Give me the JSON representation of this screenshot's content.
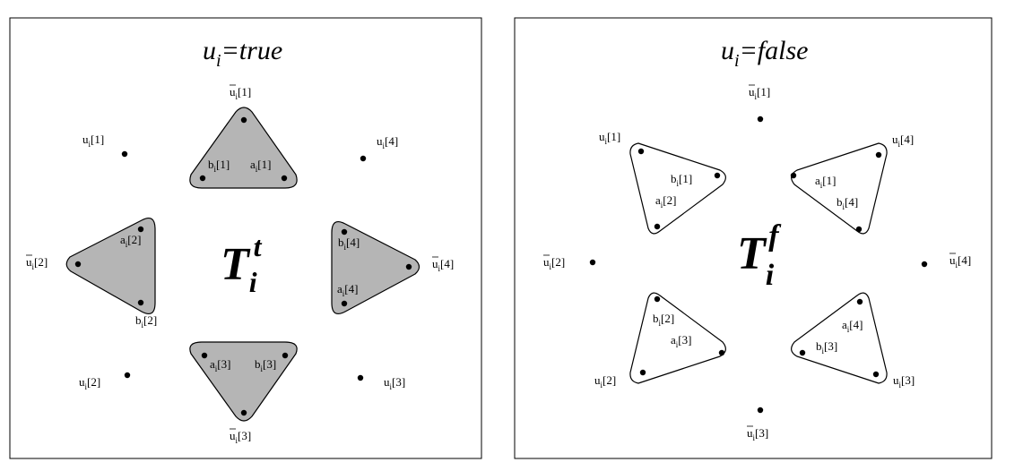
{
  "colors": {
    "shaded_fill": "#b5b5b5",
    "stroke": "#000000",
    "background": "#ffffff"
  },
  "panels": [
    {
      "title": {
        "base": "u",
        "sub": "i",
        "rest": "=true"
      },
      "center": {
        "base": "T",
        "sub": "i",
        "sup": "t"
      },
      "shaded": true,
      "labels": {
        "ub1": {
          "base": "u",
          "sub": "i",
          "idx": "[1]",
          "bar": true
        },
        "ub2": {
          "base": "u",
          "sub": "i",
          "idx": "[2]",
          "bar": true
        },
        "ub3": {
          "base": "u",
          "sub": "i",
          "idx": "[3]",
          "bar": true
        },
        "ub4": {
          "base": "u",
          "sub": "i",
          "idx": "[4]",
          "bar": true
        },
        "u1": {
          "base": "u",
          "sub": "i",
          "idx": "[1]"
        },
        "u2": {
          "base": "u",
          "sub": "i",
          "idx": "[2]"
        },
        "u3": {
          "base": "u",
          "sub": "i",
          "idx": "[3]"
        },
        "u4": {
          "base": "u",
          "sub": "i",
          "idx": "[4]"
        },
        "a1": {
          "base": "a",
          "sub": "i",
          "idx": "[1]"
        },
        "b1": {
          "base": "b",
          "sub": "i",
          "idx": "[1]"
        },
        "a2": {
          "base": "a",
          "sub": "i",
          "idx": "[2]"
        },
        "b2": {
          "base": "b",
          "sub": "i",
          "idx": "[2]"
        },
        "a3": {
          "base": "a",
          "sub": "i",
          "idx": "[3]"
        },
        "b3": {
          "base": "b",
          "sub": "i",
          "idx": "[3]"
        },
        "a4": {
          "base": "a",
          "sub": "i",
          "idx": "[4]"
        },
        "b4": {
          "base": "b",
          "sub": "i",
          "idx": "[4]"
        }
      }
    },
    {
      "title": {
        "base": "u",
        "sub": "i",
        "rest": "=false"
      },
      "center": {
        "base": "T",
        "sub": "i",
        "sup": "f"
      },
      "shaded": false,
      "labels": {
        "ub1": {
          "base": "u",
          "sub": "i",
          "idx": "[1]",
          "bar": true
        },
        "ub2": {
          "base": "u",
          "sub": "i",
          "idx": "[2]",
          "bar": true
        },
        "ub3": {
          "base": "u",
          "sub": "i",
          "idx": "[3]",
          "bar": true
        },
        "ub4": {
          "base": "u",
          "sub": "i",
          "idx": "[4]",
          "bar": true
        },
        "u1": {
          "base": "u",
          "sub": "i",
          "idx": "[1]"
        },
        "u2": {
          "base": "u",
          "sub": "i",
          "idx": "[2]"
        },
        "u3": {
          "base": "u",
          "sub": "i",
          "idx": "[3]"
        },
        "u4": {
          "base": "u",
          "sub": "i",
          "idx": "[4]"
        },
        "a1": {
          "base": "a",
          "sub": "i",
          "idx": "[1]"
        },
        "b1": {
          "base": "b",
          "sub": "i",
          "idx": "[1]"
        },
        "a2": {
          "base": "a",
          "sub": "i",
          "idx": "[2]"
        },
        "b2": {
          "base": "b",
          "sub": "i",
          "idx": "[2]"
        },
        "a3": {
          "base": "a",
          "sub": "i",
          "idx": "[3]"
        },
        "b3": {
          "base": "b",
          "sub": "i",
          "idx": "[3]"
        },
        "a4": {
          "base": "a",
          "sub": "i",
          "idx": "[4]"
        },
        "b4": {
          "base": "b",
          "sub": "i",
          "idx": "[4]"
        }
      }
    }
  ]
}
